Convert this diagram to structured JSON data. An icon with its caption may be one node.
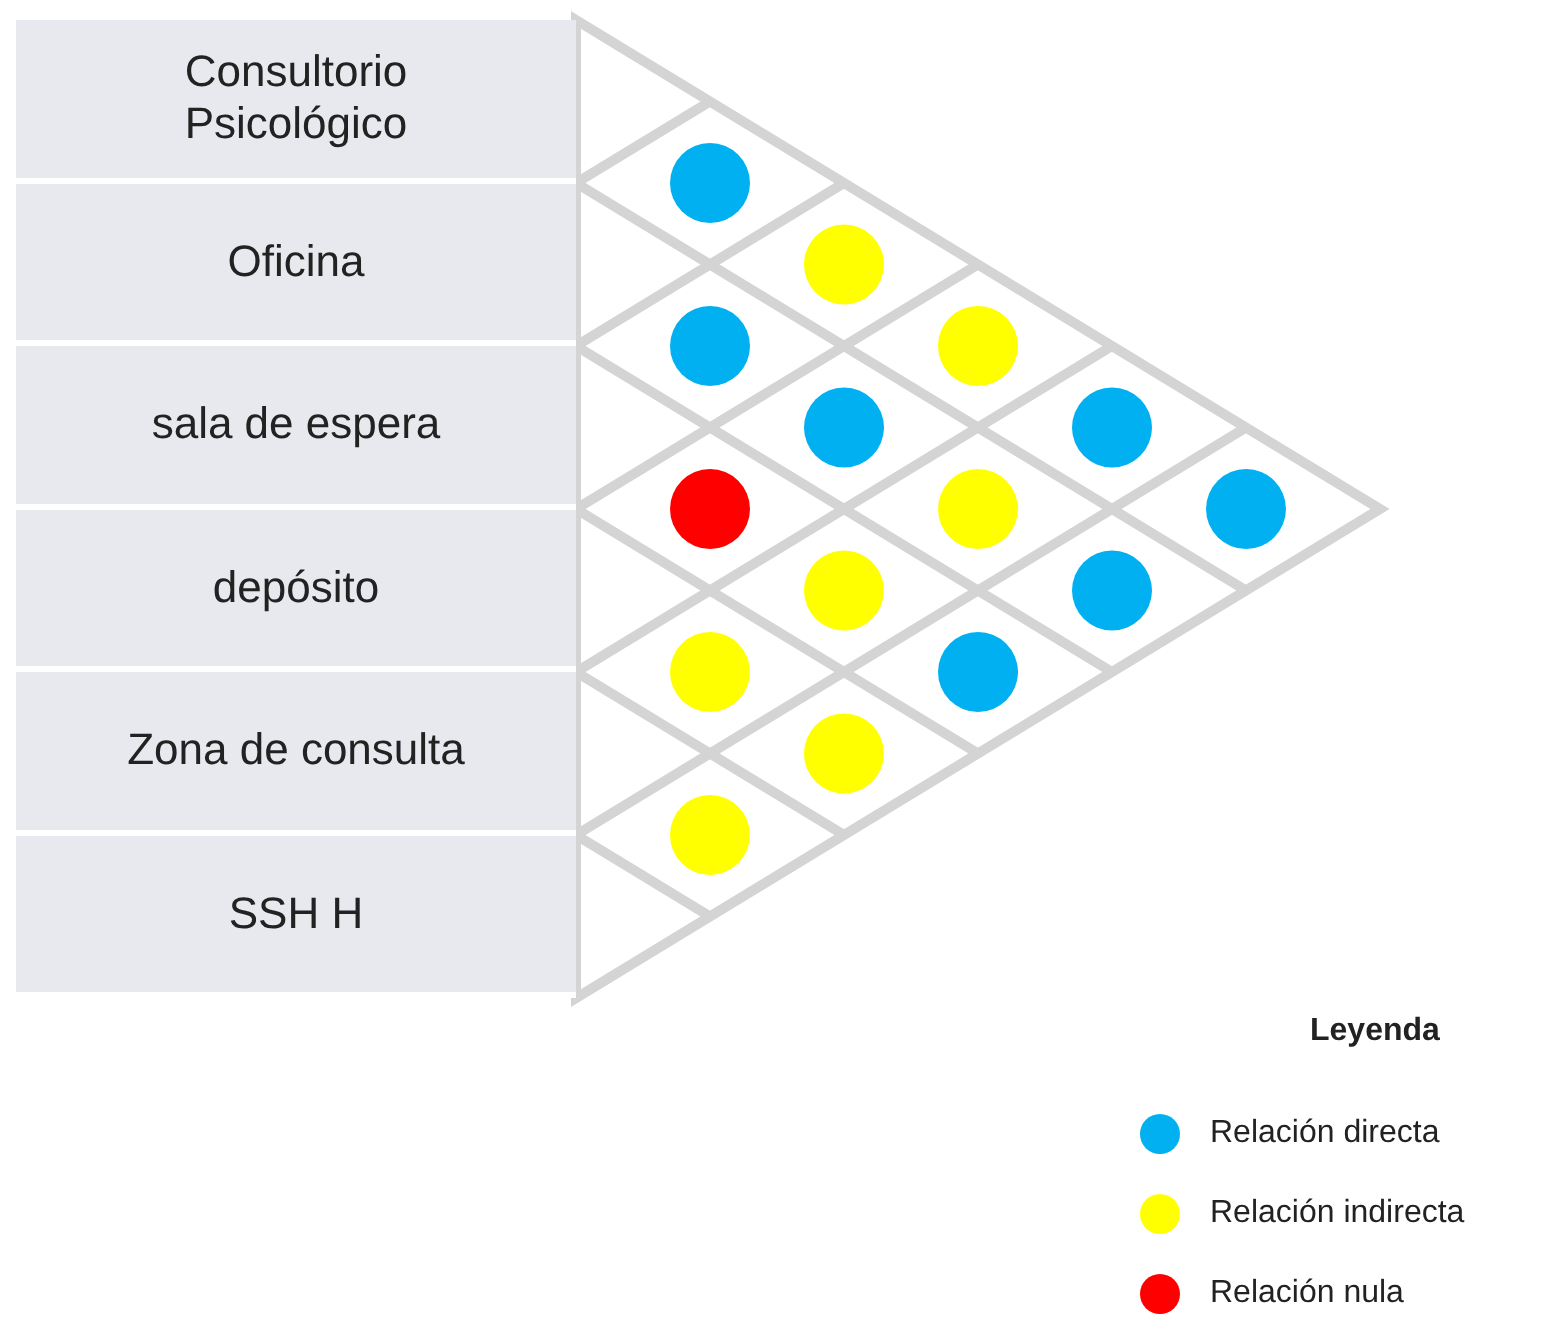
{
  "diagram": {
    "nodes": [
      {
        "text": [
          "Consultorio Psicológico"
        ]
      },
      {
        "text": [
          "Oficina"
        ]
      },
      {
        "text": [
          "sala de espera"
        ]
      },
      {
        "text": [
          "depósito"
        ]
      },
      {
        "text": [
          "Zona de consulta"
        ]
      },
      {
        "text": [
          "SSH H"
        ]
      },
      {
        "text": [],
        "shape": "circle"
      },
      {
        "text": [],
        "shape": "circle"
      },
      {
        "text": [],
        "shape": "circle"
      },
      {
        "text": [],
        "shape": "circle"
      },
      {
        "text": [],
        "shape": "circle"
      },
      {
        "text": [],
        "shape": "circle"
      },
      {
        "text": [],
        "shape": "circle"
      },
      {
        "text": [],
        "shape": "circle"
      },
      {
        "text": [],
        "shape": "circle"
      },
      {
        "text": [],
        "shape": "circle"
      },
      {
        "text": [],
        "shape": "circle"
      },
      {
        "text": [],
        "shape": "circle"
      },
      {
        "text": [],
        "shape": "circle"
      },
      {
        "text": [],
        "shape": "circle"
      },
      {
        "text": [],
        "shape": "circle"
      }
    ],
    "labels": [
      "Leyenda"
    ],
    "legend": [
      {
        "text": "Relación directa",
        "color": "#00b0f0"
      },
      {
        "text": "Relación indirecta",
        "color": "#ffff00"
      },
      {
        "text": "Relación nula",
        "color": "#ff0000"
      }
    ]
  }
}
